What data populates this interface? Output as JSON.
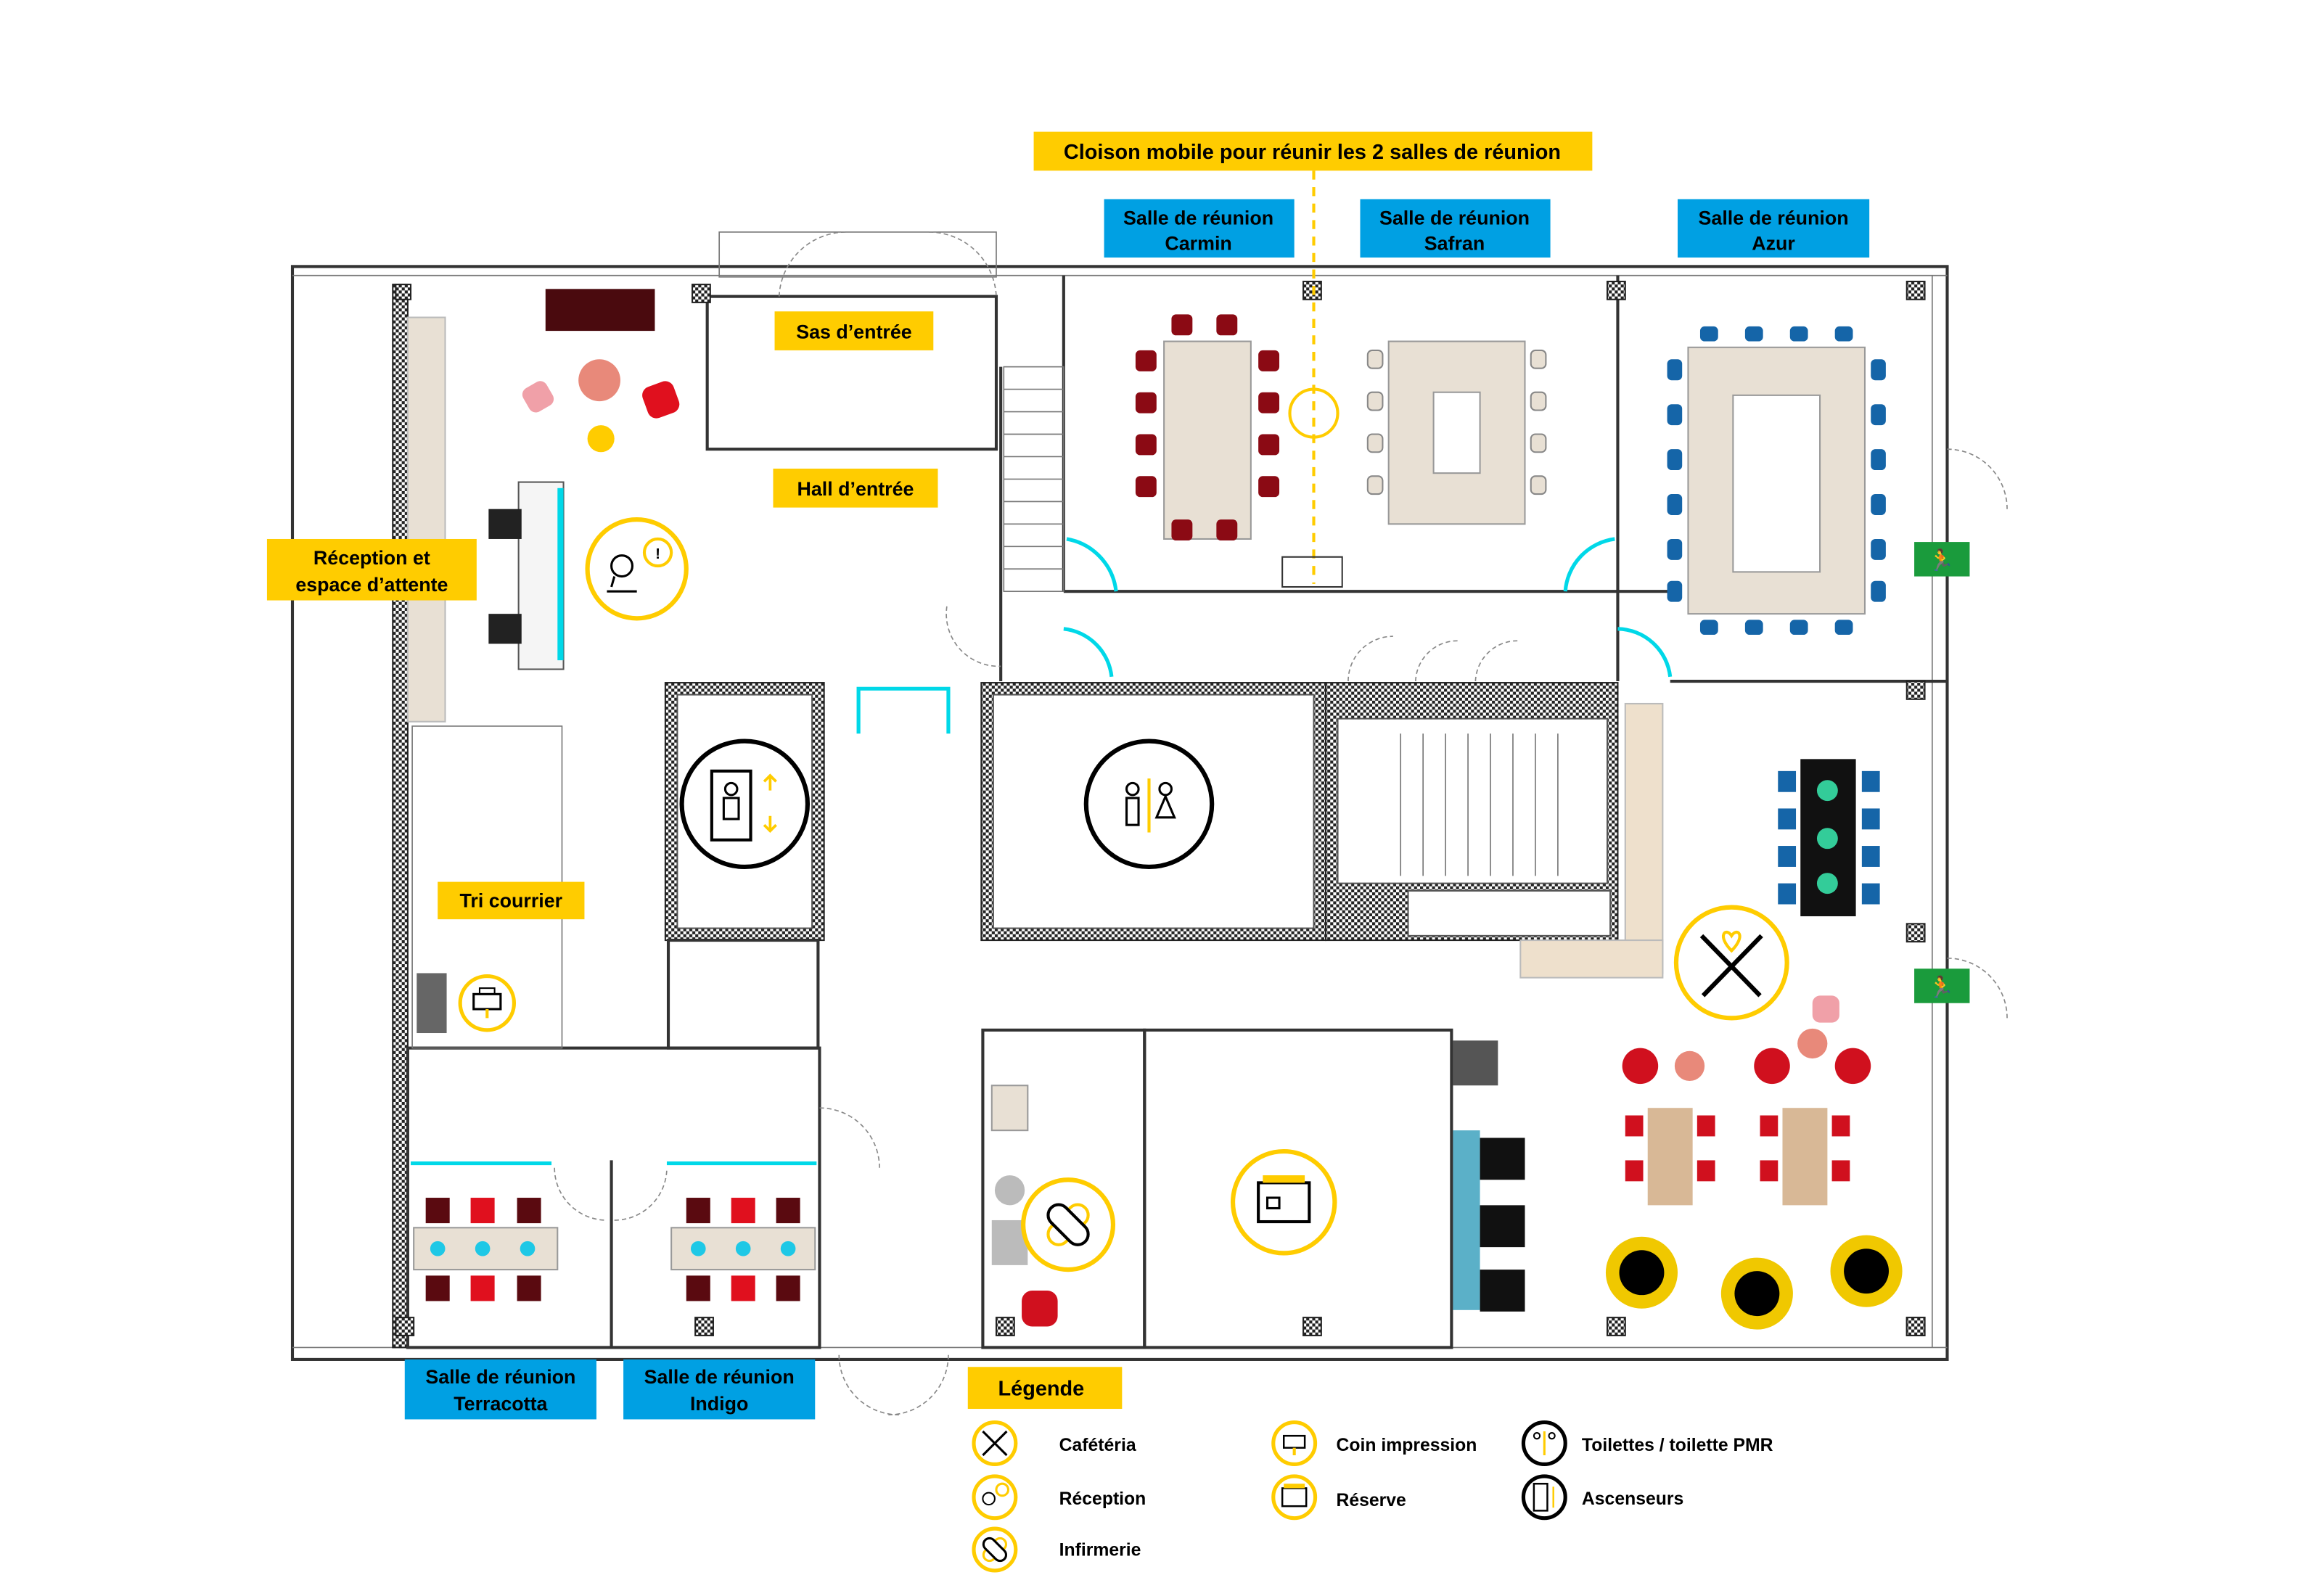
{
  "title_note": "Cloison mobile pour réunir les 2 salles de réunion",
  "colors": {
    "yellow": "#ffcc00",
    "blue": "#00a0e3",
    "exit_green": "#1a9b3c",
    "carmin": "#8b0a14",
    "azur": "#1565a8",
    "cyan": "#00d8e8"
  },
  "rooms": {
    "carmin": {
      "line1": "Salle de réunion",
      "line2": "Carmin"
    },
    "safran": {
      "line1": "Salle de réunion",
      "line2": "Safran"
    },
    "azur": {
      "line1": "Salle de réunion",
      "line2": "Azur"
    },
    "terracotta": {
      "line1": "Salle de réunion",
      "line2": "Terracotta"
    },
    "indigo": {
      "line1": "Salle de réunion",
      "line2": "Indigo"
    }
  },
  "areas": {
    "sas": "Sas d’entrée",
    "hall": "Hall d’entrée",
    "reception_line1": "Réception et",
    "reception_line2": "espace d’attente",
    "tri": "Tri courrier"
  },
  "legend": {
    "title": "Légende",
    "items": [
      {
        "icon": "cafeteria-icon",
        "label": "Cafétéria"
      },
      {
        "icon": "reception-icon",
        "label": "Réception"
      },
      {
        "icon": "infirmary-icon",
        "label": "Infirmerie"
      },
      {
        "icon": "printer-icon",
        "label": "Coin impression"
      },
      {
        "icon": "storage-icon",
        "label": "Réserve"
      },
      {
        "icon": "toilets-icon",
        "label": "Toilettes / toilette PMR"
      },
      {
        "icon": "elevator-icon",
        "label": "Ascenseurs"
      }
    ]
  }
}
